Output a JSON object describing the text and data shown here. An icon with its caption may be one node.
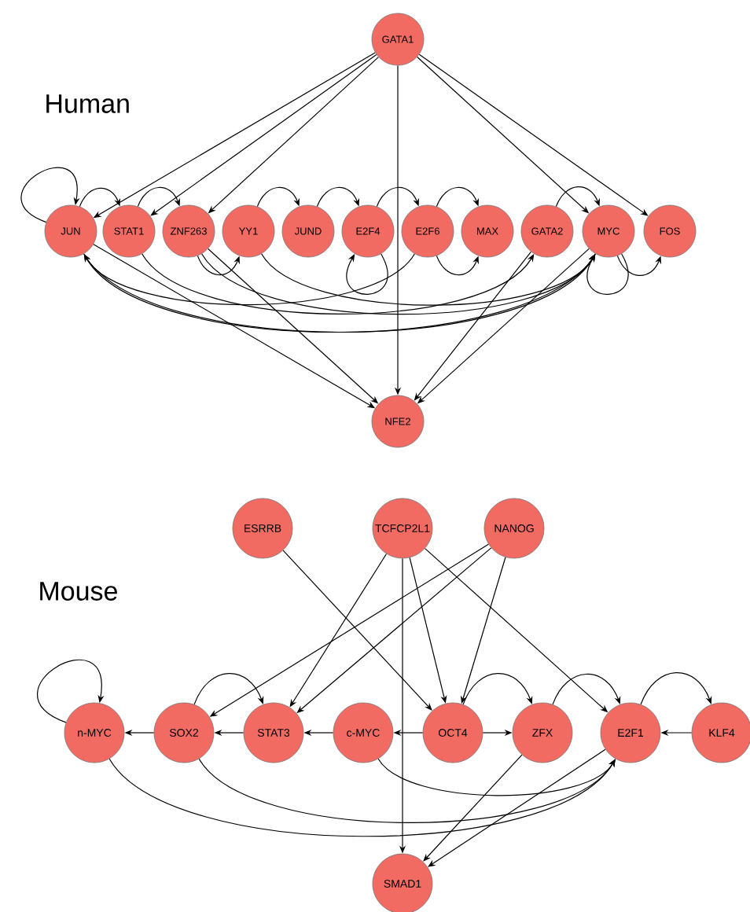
{
  "diagram": {
    "nodes": [
      {
        "text": [
          "GATA1"
        ]
      },
      {
        "text": [
          "JUN"
        ]
      },
      {
        "text": [
          "STAT1"
        ]
      },
      {
        "text": [
          "ZNF263"
        ]
      },
      {
        "text": [
          "YY1"
        ]
      },
      {
        "text": [
          "JUND"
        ]
      },
      {
        "text": [
          "E2F4"
        ]
      },
      {
        "text": [
          "E2F6"
        ]
      },
      {
        "text": [
          "MAX"
        ]
      },
      {
        "text": [
          "GATA2"
        ]
      },
      {
        "text": [
          "MYC"
        ]
      },
      {
        "text": [
          "FOS"
        ]
      },
      {
        "text": [
          "NFE2"
        ]
      },
      {
        "text": [
          "ESRRB"
        ]
      },
      {
        "text": [
          "TCFCP2L1"
        ]
      },
      {
        "text": [
          "NANOG"
        ]
      },
      {
        "text": [
          "n-MYC"
        ]
      },
      {
        "text": [
          "SOX2"
        ]
      },
      {
        "text": [
          "STAT3"
        ]
      },
      {
        "text": [
          "c-MYC"
        ]
      },
      {
        "text": [
          "OCT4"
        ]
      },
      {
        "text": [
          "ZFX"
        ]
      },
      {
        "text": [
          "E2F1"
        ]
      },
      {
        "text": [
          "KLF4"
        ]
      },
      {
        "text": [
          "SMAD1"
        ]
      }
    ],
    "edges": [
      {
        "from": 0,
        "to": 1,
        "arrow": "to"
      },
      {
        "from": 0,
        "to": 2,
        "arrow": "to"
      },
      {
        "from": 0,
        "to": 3,
        "arrow": "to"
      },
      {
        "from": 0,
        "to": 12,
        "arrow": "to"
      },
      {
        "from": 0,
        "to": 10,
        "arrow": "to"
      },
      {
        "from": 0,
        "to": 11,
        "arrow": "to"
      },
      {
        "from": 1,
        "to": 1,
        "arrow": "to"
      },
      {
        "from": 1,
        "to": 2,
        "arrow": "to"
      },
      {
        "from": 2,
        "to": 3,
        "arrow": "to"
      },
      {
        "from": 4,
        "to": 5,
        "arrow": "to"
      },
      {
        "from": 5,
        "to": 6,
        "arrow": "to"
      },
      {
        "from": 6,
        "to": 7,
        "arrow": "to"
      },
      {
        "from": 7,
        "to": 8,
        "arrow": "to"
      },
      {
        "from": 9,
        "to": 10,
        "arrow": "to"
      },
      {
        "from": 3,
        "to": 4,
        "arrow": "to"
      },
      {
        "from": 6,
        "to": 6,
        "arrow": "to"
      },
      {
        "from": 7,
        "to": 8,
        "arrow": "to"
      },
      {
        "from": 10,
        "to": 10,
        "arrow": "to"
      },
      {
        "from": 10,
        "to": 11,
        "arrow": "to"
      },
      {
        "from": 1,
        "to": 10,
        "arrow": "to"
      },
      {
        "from": 2,
        "to": 9,
        "arrow": "to"
      },
      {
        "from": 3,
        "to": 10,
        "arrow": "to"
      },
      {
        "from": 4,
        "to": 10,
        "arrow": "to"
      },
      {
        "from": 10,
        "to": 1,
        "arrow": "to"
      },
      {
        "from": 7,
        "to": 1,
        "arrow": "to"
      },
      {
        "from": 1,
        "to": 12,
        "arrow": "to"
      },
      {
        "from": 3,
        "to": 12,
        "arrow": "to"
      },
      {
        "from": 9,
        "to": 12,
        "arrow": "to"
      },
      {
        "from": 10,
        "to": 12,
        "arrow": "to"
      },
      {
        "from": 13,
        "to": 20,
        "arrow": "to"
      },
      {
        "from": 14,
        "to": 18,
        "arrow": "to"
      },
      {
        "from": 14,
        "to": 24,
        "arrow": "to"
      },
      {
        "from": 14,
        "to": 20,
        "arrow": "to"
      },
      {
        "from": 14,
        "to": 22,
        "arrow": "to"
      },
      {
        "from": 15,
        "to": 17,
        "arrow": "to"
      },
      {
        "from": 15,
        "to": 18,
        "arrow": "to"
      },
      {
        "from": 15,
        "to": 20,
        "arrow": "to"
      },
      {
        "from": 16,
        "to": 16,
        "arrow": "to"
      },
      {
        "from": 17,
        "to": 18,
        "arrow": "to"
      },
      {
        "from": 20,
        "to": 21,
        "arrow": "to"
      },
      {
        "from": 21,
        "to": 22,
        "arrow": "to"
      },
      {
        "from": 22,
        "to": 23,
        "arrow": "to"
      },
      {
        "from": 17,
        "to": 16,
        "arrow": "to"
      },
      {
        "from": 18,
        "to": 17,
        "arrow": "to"
      },
      {
        "from": 19,
        "to": 18,
        "arrow": "to"
      },
      {
        "from": 20,
        "to": 19,
        "arrow": "to"
      },
      {
        "from": 20,
        "to": 21,
        "arrow": "to"
      },
      {
        "from": 23,
        "to": 22,
        "arrow": "to"
      },
      {
        "from": 16,
        "to": 22,
        "arrow": "to"
      },
      {
        "from": 17,
        "to": 22,
        "arrow": "to"
      },
      {
        "from": 19,
        "to": 22,
        "arrow": "to"
      },
      {
        "from": 21,
        "to": 24,
        "arrow": "to"
      },
      {
        "from": 22,
        "to": 24,
        "arrow": "to"
      }
    ],
    "labels": [
      "Human",
      "Mouse"
    ]
  }
}
